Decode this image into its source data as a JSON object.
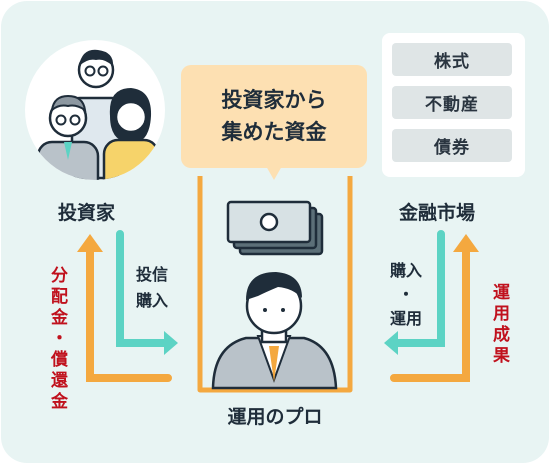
{
  "background_color": "#e8f4f3",
  "colors": {
    "teal_arrow": "#5cd3c4",
    "orange_arrow": "#f4a83f",
    "red_text": "#c0111d",
    "bubble": "#fde0b2"
  },
  "investor": {
    "label": "投資家"
  },
  "market": {
    "label": "金融市場",
    "items": [
      "株式",
      "不動産",
      "債券"
    ]
  },
  "fund_bubble": {
    "line1": "投資家から",
    "line2": "集めた資金"
  },
  "professional": {
    "label": "運用のプロ"
  },
  "arrows": {
    "invest_purchase": {
      "line1": "投信",
      "line2": "購入"
    },
    "purchase_manage": {
      "line1": "購入",
      "dot": "・",
      "line2": "運用"
    },
    "distribution_redemption": "分配金・償還金",
    "investment_results": "運用成果"
  },
  "icons": [
    "investor-group-icon",
    "money-stack-icon",
    "fund-manager-icon"
  ]
}
